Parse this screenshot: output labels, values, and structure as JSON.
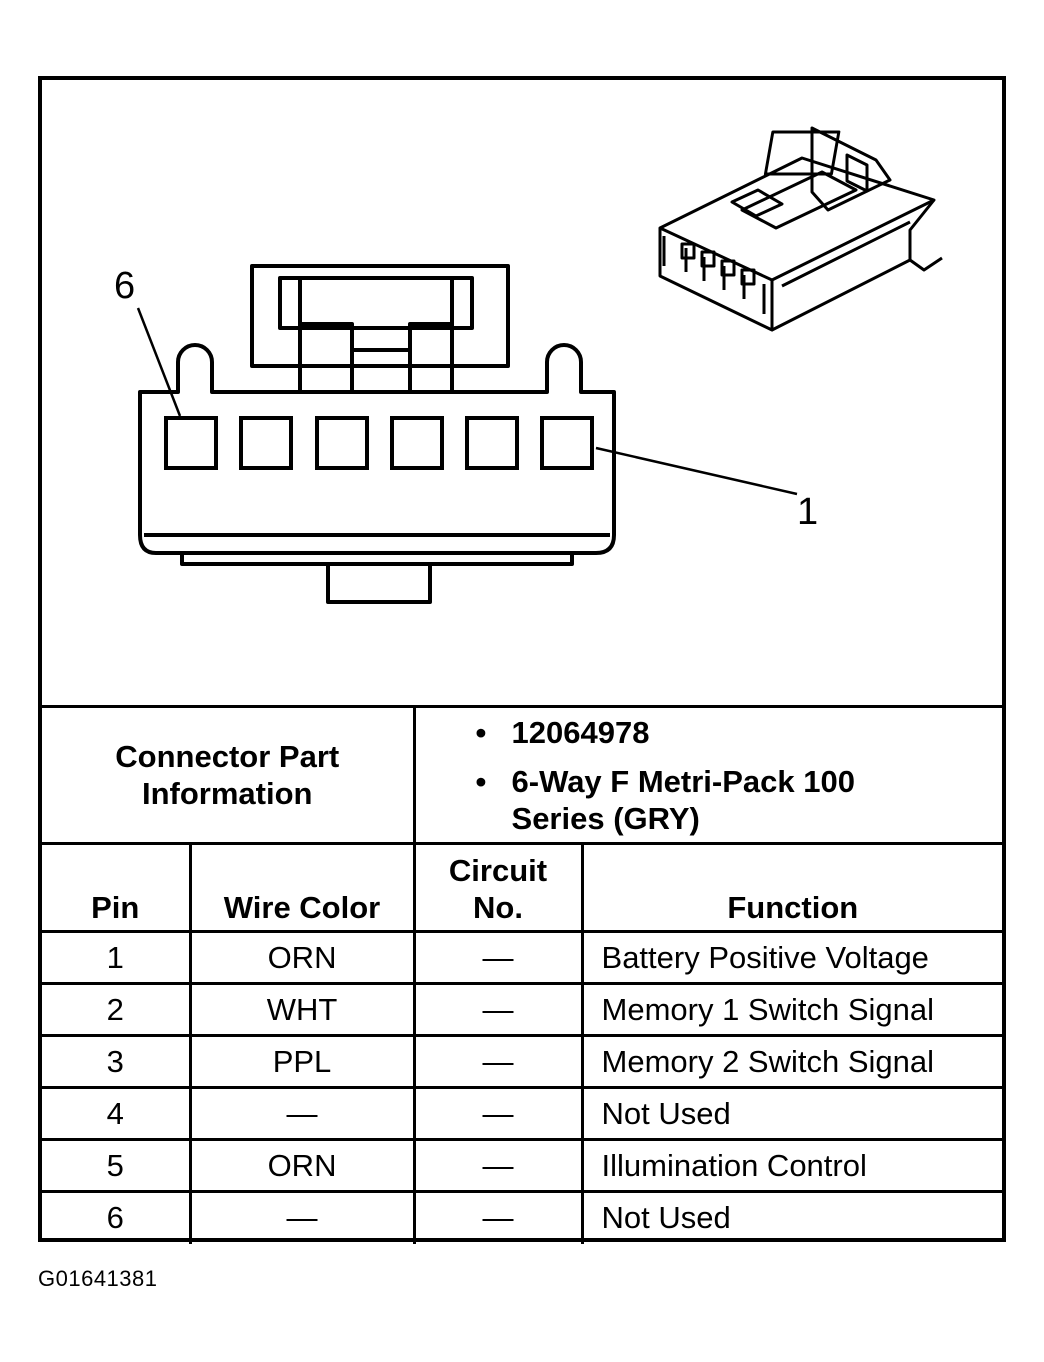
{
  "diagram": {
    "pin_first_label": "6",
    "pin_last_label": "1"
  },
  "connector_info": {
    "label": "Connector Part Information",
    "items": [
      "12064978",
      "6-Way F Metri-Pack 100 Series (GRY)"
    ]
  },
  "pin_table": {
    "headers": {
      "pin": "Pin",
      "wire_color": "Wire Color",
      "circuit": "Circuit No.",
      "function": "Function"
    },
    "rows": [
      {
        "pin": "1",
        "wire_color": "ORN",
        "circuit": "—",
        "function": "Battery Positive Voltage"
      },
      {
        "pin": "2",
        "wire_color": "WHT",
        "circuit": "—",
        "function": "Memory 1 Switch Signal"
      },
      {
        "pin": "3",
        "wire_color": "PPL",
        "circuit": "—",
        "function": "Memory 2 Switch Signal"
      },
      {
        "pin": "4",
        "wire_color": "—",
        "circuit": "—",
        "function": "Not Used"
      },
      {
        "pin": "5",
        "wire_color": "ORN",
        "circuit": "—",
        "function": "Illumination Control"
      },
      {
        "pin": "6",
        "wire_color": "—",
        "circuit": "—",
        "function": "Not Used"
      }
    ]
  },
  "caption": "G01641381"
}
